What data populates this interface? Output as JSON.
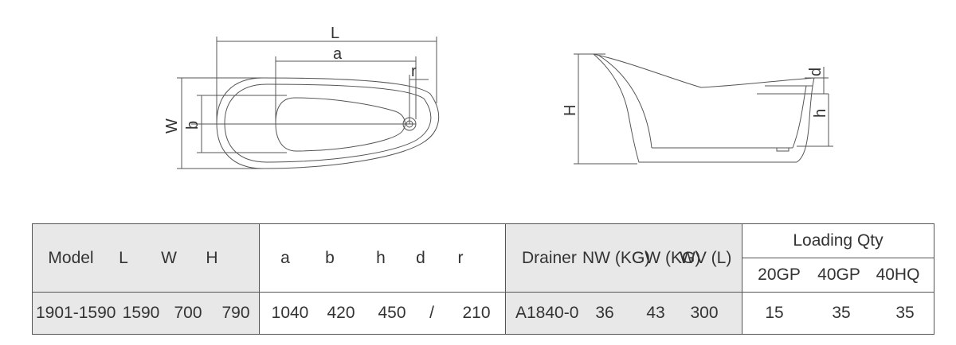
{
  "top_view": {
    "labels": {
      "L": "L",
      "a": "a",
      "r": "r",
      "W": "W",
      "b": "b"
    }
  },
  "side_view": {
    "labels": {
      "H": "H",
      "d": "d",
      "h": "h"
    }
  },
  "table": {
    "headers": {
      "model": "Model",
      "L": "L",
      "W": "W",
      "H": "H",
      "a": "a",
      "b": "b",
      "h": "h",
      "d": "d",
      "r": "r",
      "drainer": "Drainer",
      "nw_1": "NW",
      "nw_2": "(KG)",
      "gw_1": "GW",
      "gw_2": "(KG)",
      "wv_1": "WV",
      "wv_2": "(L)",
      "loading_qty": "Loading Qty",
      "gp20": "20GP",
      "gp40": "40GP",
      "hq40": "40HQ"
    },
    "row": {
      "model": "1901-1590",
      "L": "1590",
      "W": "700",
      "H": "790",
      "a": "1040",
      "b": "420",
      "h": "450",
      "d": "/",
      "r": "210",
      "drainer": "A1840-0",
      "nw": "36",
      "gw": "43",
      "wv": "300",
      "gp20": "15",
      "gp40": "35",
      "hq40": "35"
    }
  }
}
